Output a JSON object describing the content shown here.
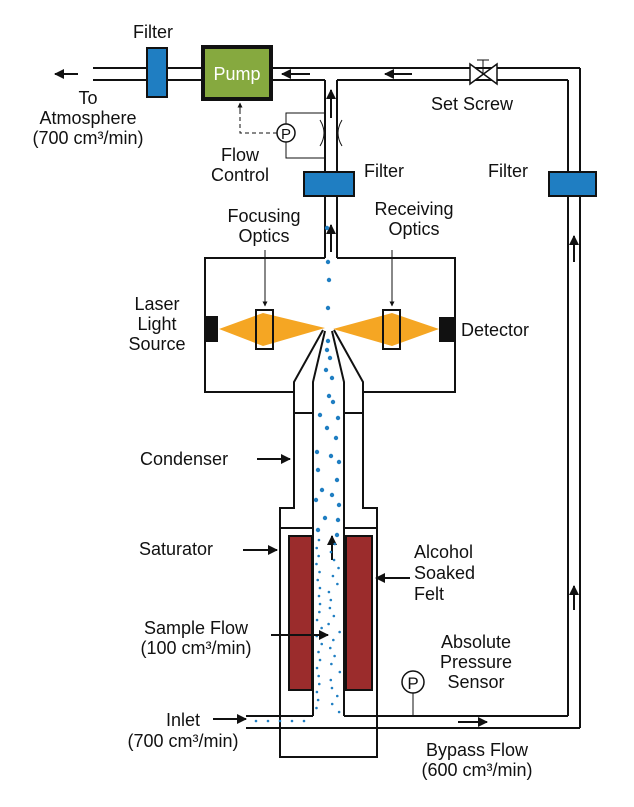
{
  "colors": {
    "pump": "#86a93f",
    "filter": "#1f7ec2",
    "felt": "#9b2c2c",
    "laser_beam": "#f5a623",
    "particles": "#1f7ec2"
  },
  "labels": {
    "filter_left": "Filter",
    "pump": "Pump",
    "to_atmosphere": [
      "To",
      "Atmosphere",
      "(700 cm³/min)"
    ],
    "set_screw": "Set Screw",
    "flow_control": [
      "Flow",
      "Control"
    ],
    "pressure_symbol": "P",
    "filter_center": "Filter",
    "filter_right": "Filter",
    "focusing_optics": [
      "Focusing",
      "Optics"
    ],
    "receiving_optics": [
      "Receiving",
      "Optics"
    ],
    "laser_light_source": [
      "Laser",
      "Light",
      "Source"
    ],
    "detector": "Detector",
    "condenser": "Condenser",
    "saturator": "Saturator",
    "alcohol_soaked_felt": [
      "Alcohol",
      "Soaked",
      "Felt"
    ],
    "sample_flow": [
      "Sample Flow",
      "(100 cm³/min)"
    ],
    "absolute_pressure_sensor": [
      "Absolute",
      "Pressure",
      "Sensor"
    ],
    "inlet": [
      "Inlet",
      "(700 cm³/min)"
    ],
    "bypass_flow": [
      "Bypass Flow",
      "(600 cm³/min)"
    ]
  }
}
